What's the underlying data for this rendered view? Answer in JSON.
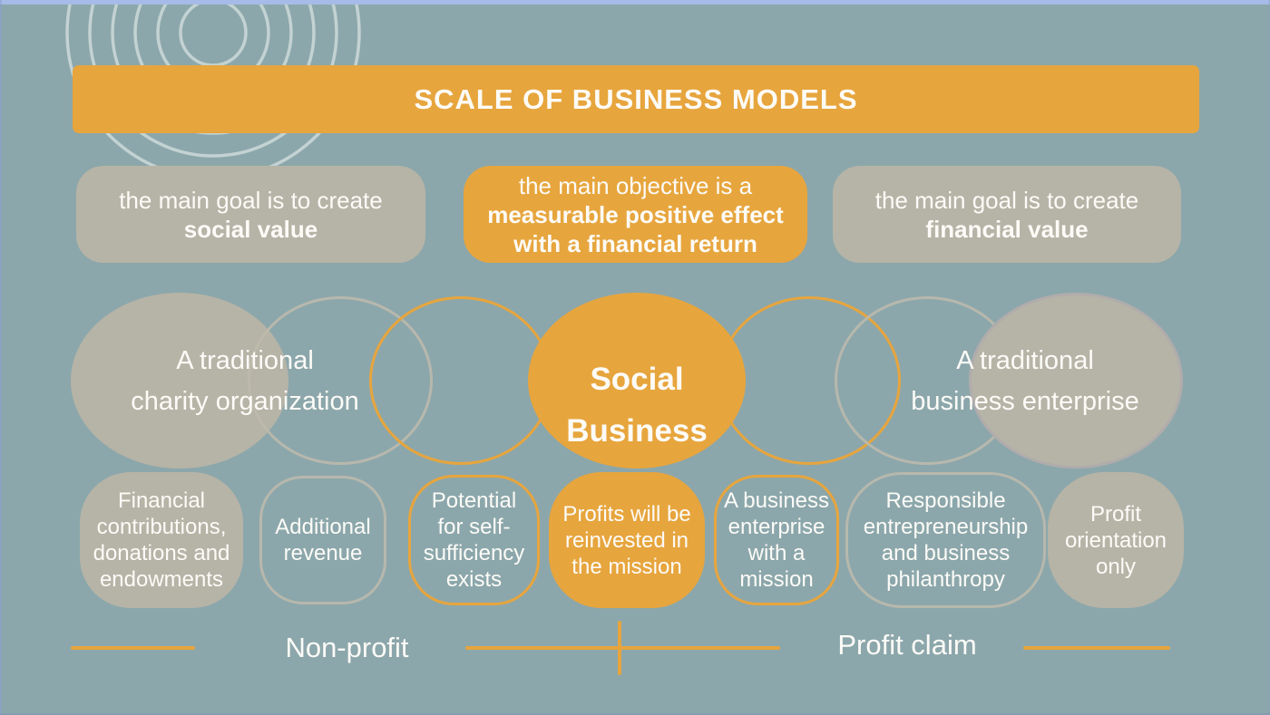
{
  "slide": {
    "title": "SCALE OF BUSINESS MODELS",
    "colors": {
      "background": "#8ca7ab",
      "accent_orange": "#e7a53d",
      "neutral_beige": "#b6b4a7",
      "text_white": "#fcfbf7",
      "edge_selection_blue": "#a6bbe7"
    },
    "description_boxes": [
      {
        "id": "social-value",
        "line1": "the main goal is to create",
        "line2": "social value"
      },
      {
        "id": "measurable-effect",
        "line1": "the main objective is a",
        "line2": "measurable positive effect",
        "line3": "with a financial return"
      },
      {
        "id": "financial-value",
        "line1": "the main goal is to create",
        "line2": "financial value"
      }
    ],
    "venn": {
      "left_label_line1": "A traditional",
      "left_label_line2": "charity organization",
      "center_label_line1": "Social",
      "center_label_line2": "Business",
      "right_label_line1": "A traditional",
      "right_label_line2": "business enterprise"
    },
    "spectrum_items": [
      {
        "label": "Financial contributions, donations and endowments",
        "style": "filled-beige"
      },
      {
        "label": "Additional revenue",
        "style": "outline-beige"
      },
      {
        "label": "Potential for self-sufficiency exists",
        "style": "outline-orange"
      },
      {
        "label": "Profits will be reinvested in the mission",
        "style": "filled-orange"
      },
      {
        "label": "A business enterprise with a mission",
        "style": "outline-orange"
      },
      {
        "label": "Responsible entrepreneurship and business philanthropy",
        "style": "outline-beige"
      },
      {
        "label": "Profit orientation only",
        "style": "filled-beige"
      }
    ],
    "axis": {
      "left_label": "Non-profit",
      "right_label": "Profit claim"
    }
  }
}
